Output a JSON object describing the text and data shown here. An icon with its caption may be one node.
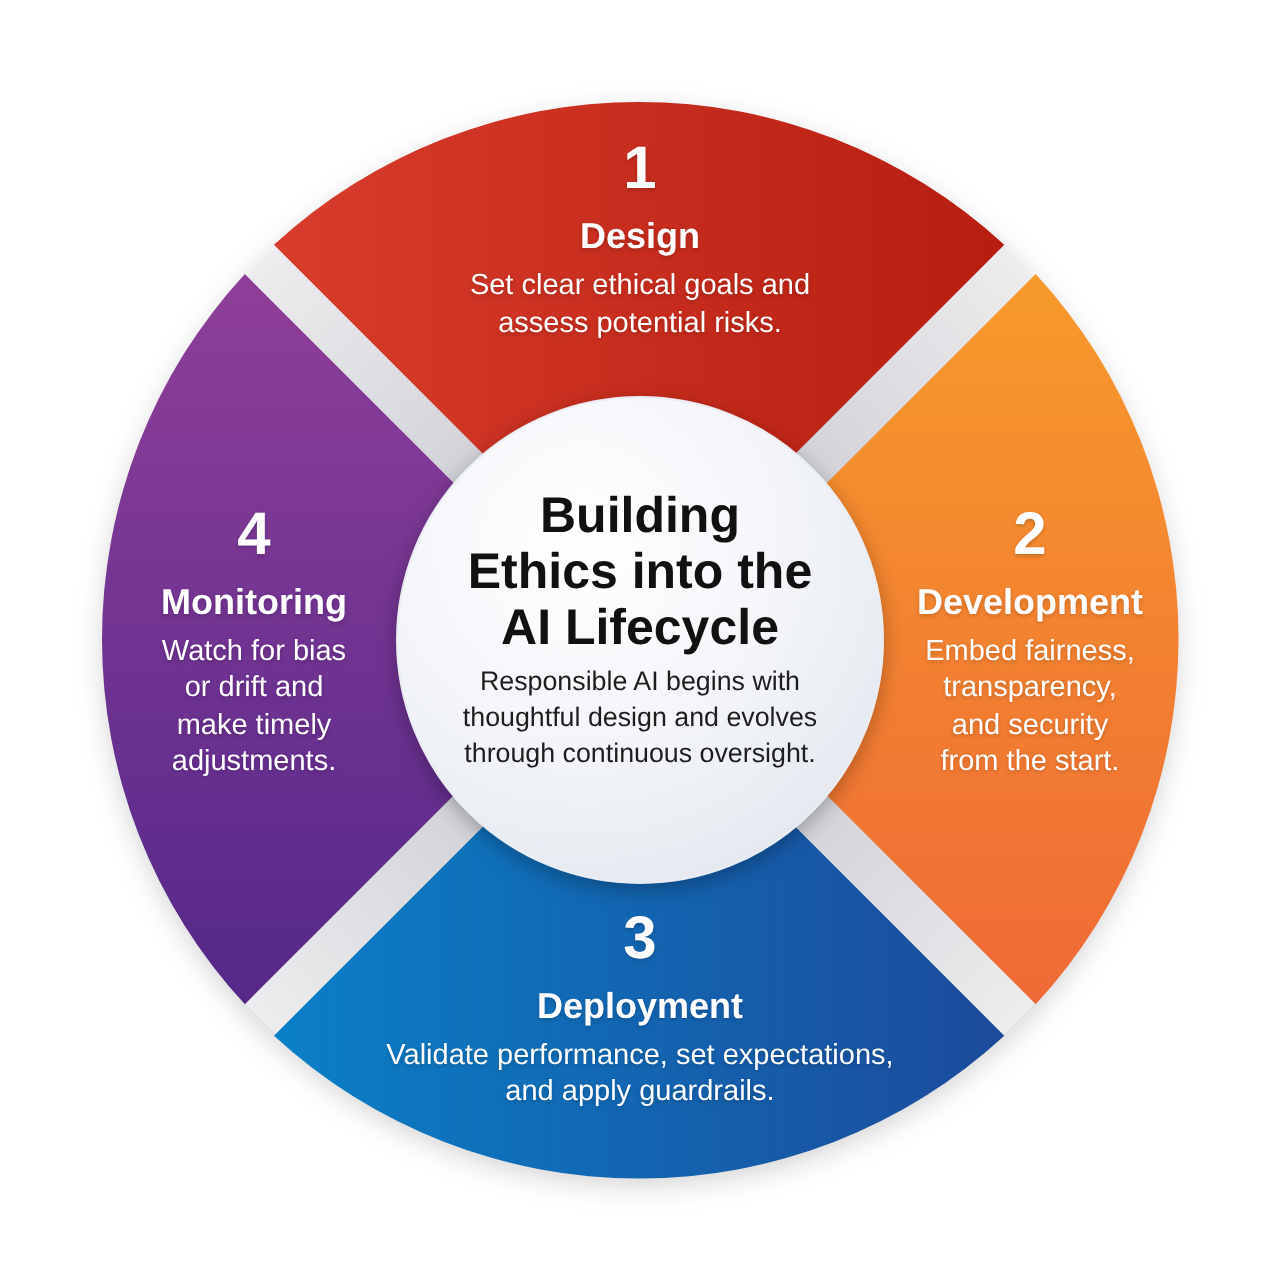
{
  "diagram": {
    "nodes": [
      {
        "text": [
          "1",
          "Design",
          "Set clear ethical goals and assess potential risks."
        ]
      },
      {
        "text": [
          "2",
          "Development",
          "Embed fairness, transparency, and security from the start."
        ]
      },
      {
        "text": [
          "3",
          "Deployment",
          "Validate performance, set expectations, and apply guardrails."
        ]
      },
      {
        "text": [
          "4",
          "Monitoring",
          "Watch for bias or drift and make timely adjustments."
        ]
      },
      {
        "text": [
          "Building Ethics into the AI Lifecycle",
          "Responsible AI begins with thoughtful design and evolves through continuous oversight."
        ]
      }
    ]
  }
}
